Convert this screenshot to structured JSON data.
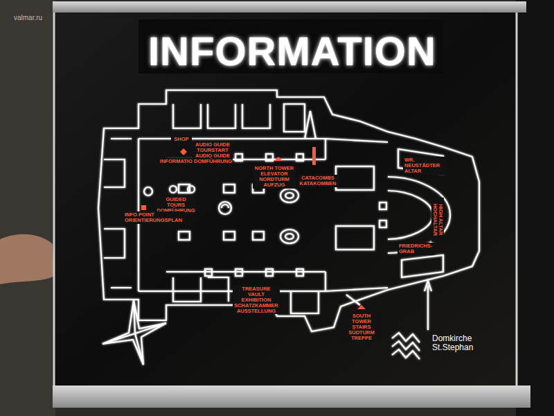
{
  "diagram": {
    "title": "INFORMATION",
    "labels": [
      "valmar.ru",
      "SHOP",
      "INFORMATION",
      "AUDIO GUIDE TOURSTART AUDIO GUIDE DOMFÜHRUNG",
      "NORTH TOWER ELEVATOR NORDTURM AUFZUG",
      "CATACOMBS KATAKOMBEN",
      "GUIDED TOURS DOMFÜHRUNG",
      "INFO POINT ORIENTIERUNGSPLAN",
      "WR. NEUSTÄDTER ALTAR",
      "HIGH ALTAR HOCHALTAR",
      "FRIEDRICHS- GRAB",
      "TREASURE VAULT EXHIBITION SCHATZKAMMER AUSSTELLUNG",
      "SOUTH TOWER STAIRS SÜDTURM TREPPE",
      "Domkirche St.Stephan"
    ]
  }
}
